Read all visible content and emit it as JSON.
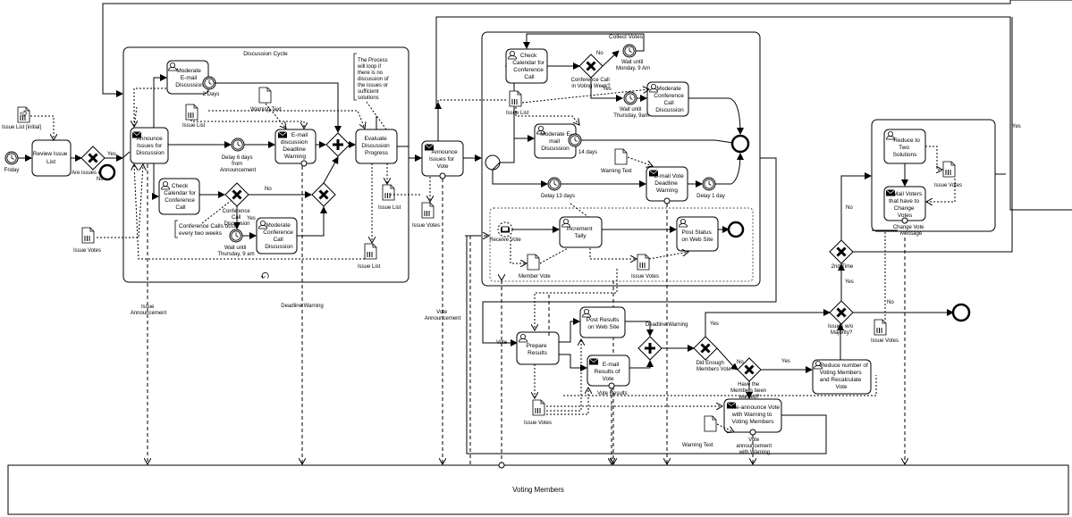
{
  "pool": {
    "label": "Voting Members"
  },
  "subprocesses": {
    "discussion": "Discussion Cycle"
  },
  "events": {
    "start": "Friday"
  },
  "tasks": {
    "review": [
      "Review Issue",
      "List"
    ],
    "moderate_email": [
      "Moderate",
      "E-mail",
      "Discussion"
    ],
    "announce_discussion": [
      "Announce",
      "Issues for",
      "Discussion"
    ],
    "check_cal_1": [
      "Check",
      "Calendar for",
      "Conference",
      "Call"
    ],
    "email_deadline": [
      "E-mail",
      "discussion",
      "Deadline",
      "Warning"
    ],
    "evaluate": [
      "Evaluate",
      "Discussion",
      "Progress"
    ],
    "moderate_conf_1": [
      "Moderate",
      "Conference",
      "Call",
      "Discussion"
    ],
    "announce_vote": [
      "Announce",
      "Issues for",
      "Vote"
    ],
    "check_cal_2": [
      "Check",
      "Calendar for",
      "Conference",
      "Call"
    ],
    "moderate_conf_2": [
      "Moderate",
      "Conference",
      "Call",
      "Discussion"
    ],
    "moderate_email_2": [
      "Moderate E-",
      "mail",
      "Discussion"
    ],
    "email_vote_deadline": [
      "E-mail Vote",
      "Deadline",
      "Warning"
    ],
    "increment": [
      "Increment",
      "Tally"
    ],
    "post_status": [
      "Post Status",
      "on Web Site"
    ],
    "prepare": [
      "Prepare",
      "Results"
    ],
    "post_results": [
      "Post Results",
      "on Web Site"
    ],
    "email_results": [
      "E-mail",
      "Results of",
      "Vote"
    ],
    "reduce_two": [
      "Reduce to",
      "Two",
      "Solutions"
    ],
    "mail_voters": [
      "Mail Voters",
      "that have to",
      "Change",
      "Votes"
    ],
    "reduce_number": [
      "Reduce number of",
      "Voting Members",
      "and Recalculate",
      "Vote"
    ],
    "reannounce": [
      "Re-announce Vote",
      "with Warning to",
      "Voting Members"
    ]
  },
  "labels": {
    "issue_list_initial": "Issue List [initial]",
    "issue_list": "Issue List",
    "issue_votes": "Issue Votes",
    "warning_text": "Warning Text",
    "member_vote": "Member Vote",
    "issues_ready": "Are issues ready?",
    "yes": "Yes",
    "no": "No",
    "two_days": "2 Days",
    "delay6": [
      "Delay 6 days",
      "from",
      "Announcement"
    ],
    "conf_call_yes": [
      "Conference",
      "Call",
      "Discussion"
    ],
    "conf_calls": "Conference Calls occur",
    "every_two": "every two weeks",
    "wait_thursday_1": [
      "Wait until",
      "Thursday, 9 am"
    ],
    "annotation": [
      "The Process",
      "will loop if",
      "there is no",
      "discussion of",
      "the issues or",
      "sufficient",
      "solutions"
    ],
    "collect_votes": "Collect Votes",
    "wait_monday": [
      "Wait until",
      "Monday, 9 Am"
    ],
    "conf_call_week": [
      "Conference Call",
      "in Voting Week?"
    ],
    "wait_thursday_2": [
      "Wait until",
      "Thursday, 9am"
    ],
    "fourteen_days": "14 days",
    "delay13": "Delay 13 days",
    "delay1": "Delay 1 day",
    "receive_vote": "Receive Vote",
    "issue_announcement": [
      "Issue",
      "Announcement"
    ],
    "deadline_warning": "Deadline Warning",
    "vote_announcement": [
      "Vote",
      "Announcement"
    ],
    "vote": "Vote",
    "vote_results": "Vote Results",
    "did_enough": [
      "Did Enough",
      "Members Vote?"
    ],
    "have_members": [
      "Have the",
      "Members been",
      "warned?"
    ],
    "issues_majority": [
      "Issues w/o",
      "Majority?"
    ],
    "second_time": "2nd Time",
    "change_vote_msg": [
      "Change Vote",
      "Message"
    ],
    "vote_ann_warning": [
      "Vote",
      "announcement",
      "with Warning"
    ]
  },
  "icons": {
    "user": "user-icon",
    "envelope": "envelope-icon",
    "timer": "timer-icon",
    "data": "data-object-icon",
    "loop": "loop-marker-icon"
  }
}
